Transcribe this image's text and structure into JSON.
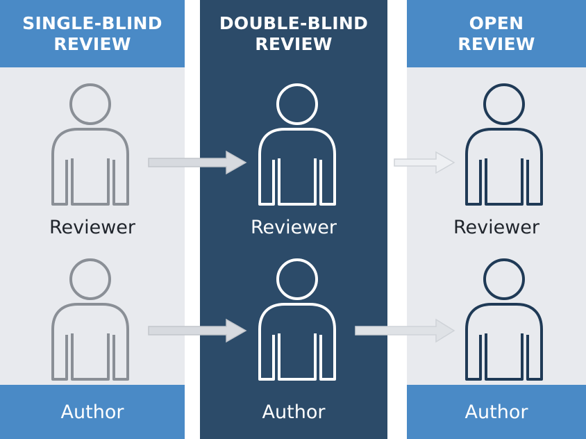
{
  "columns": [
    {
      "title": "SINGLE-BLIND\nREVIEW",
      "top_label": "Reviewer",
      "bottom_label": "Author",
      "icon": "person-outline-icon",
      "icon_color": "#8a8f96"
    },
    {
      "title": "DOUBLE-BLIND\nREVIEW",
      "top_label": "Reviewer",
      "bottom_label": "Author",
      "icon": "person-outline-icon",
      "icon_color": "#ffffff"
    },
    {
      "title": "OPEN\nREVIEW",
      "top_label": "Reviewer",
      "bottom_label": "Author",
      "icon": "person-outline-icon",
      "icon_color": "#1f3a56"
    }
  ],
  "colors": {
    "header_blue": "#4a8ac6",
    "dark_navy": "#2c4b69",
    "panel_grey": "#e8eaee",
    "arrow_grey": "#c9ccd1"
  }
}
